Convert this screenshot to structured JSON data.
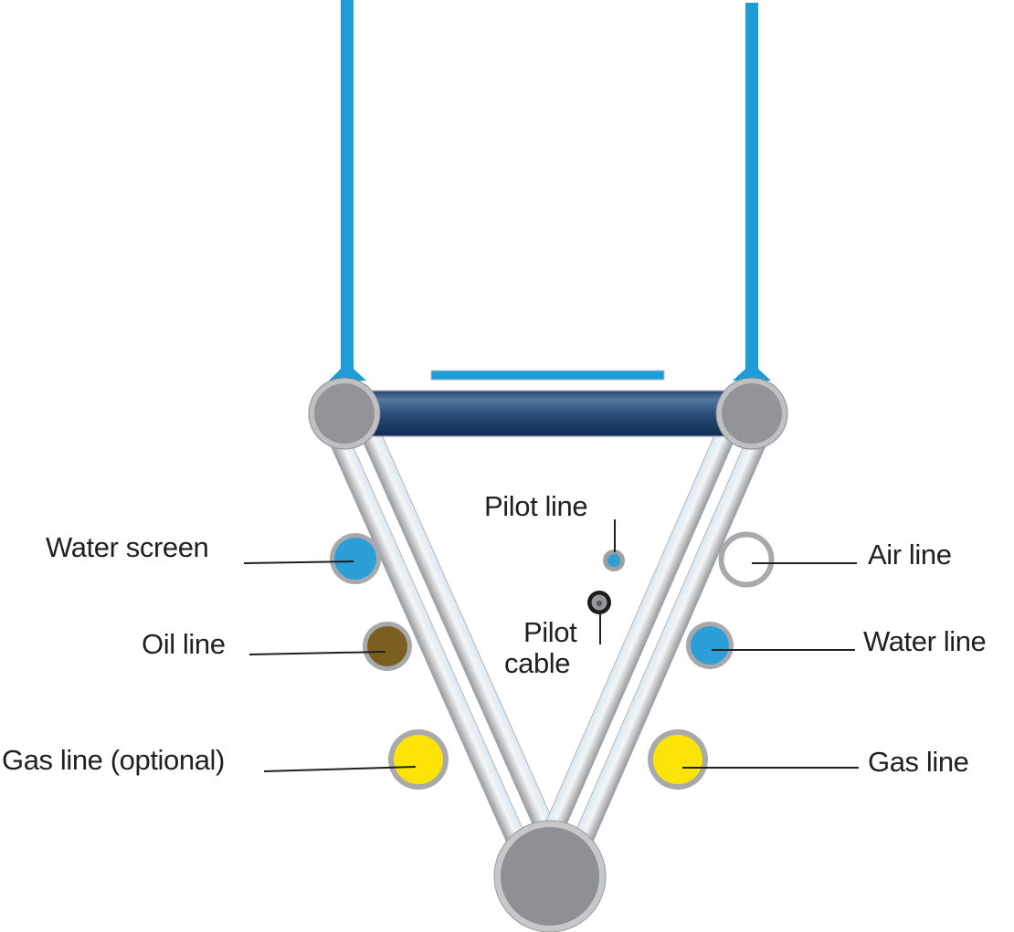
{
  "labels": {
    "water_screen": "Water screen",
    "oil_line": "Oil line",
    "gas_line_optional": "Gas line (optional)",
    "pilot_line": "Pilot line",
    "pilot_cable_l1": "Pilot",
    "pilot_cable_l2": "cable",
    "air_line": "Air line",
    "water_line": "Water line",
    "gas_line": "Gas line"
  },
  "colors": {
    "pipe_blue": "#1e9cd7",
    "water_blue": "#2d9fd8",
    "oil_brown": "#7c5f20",
    "gas_yellow": "#fde408",
    "air_white": "#ffffff",
    "pilot_cable_gray": "#95979a",
    "text_black": "#231f20"
  }
}
